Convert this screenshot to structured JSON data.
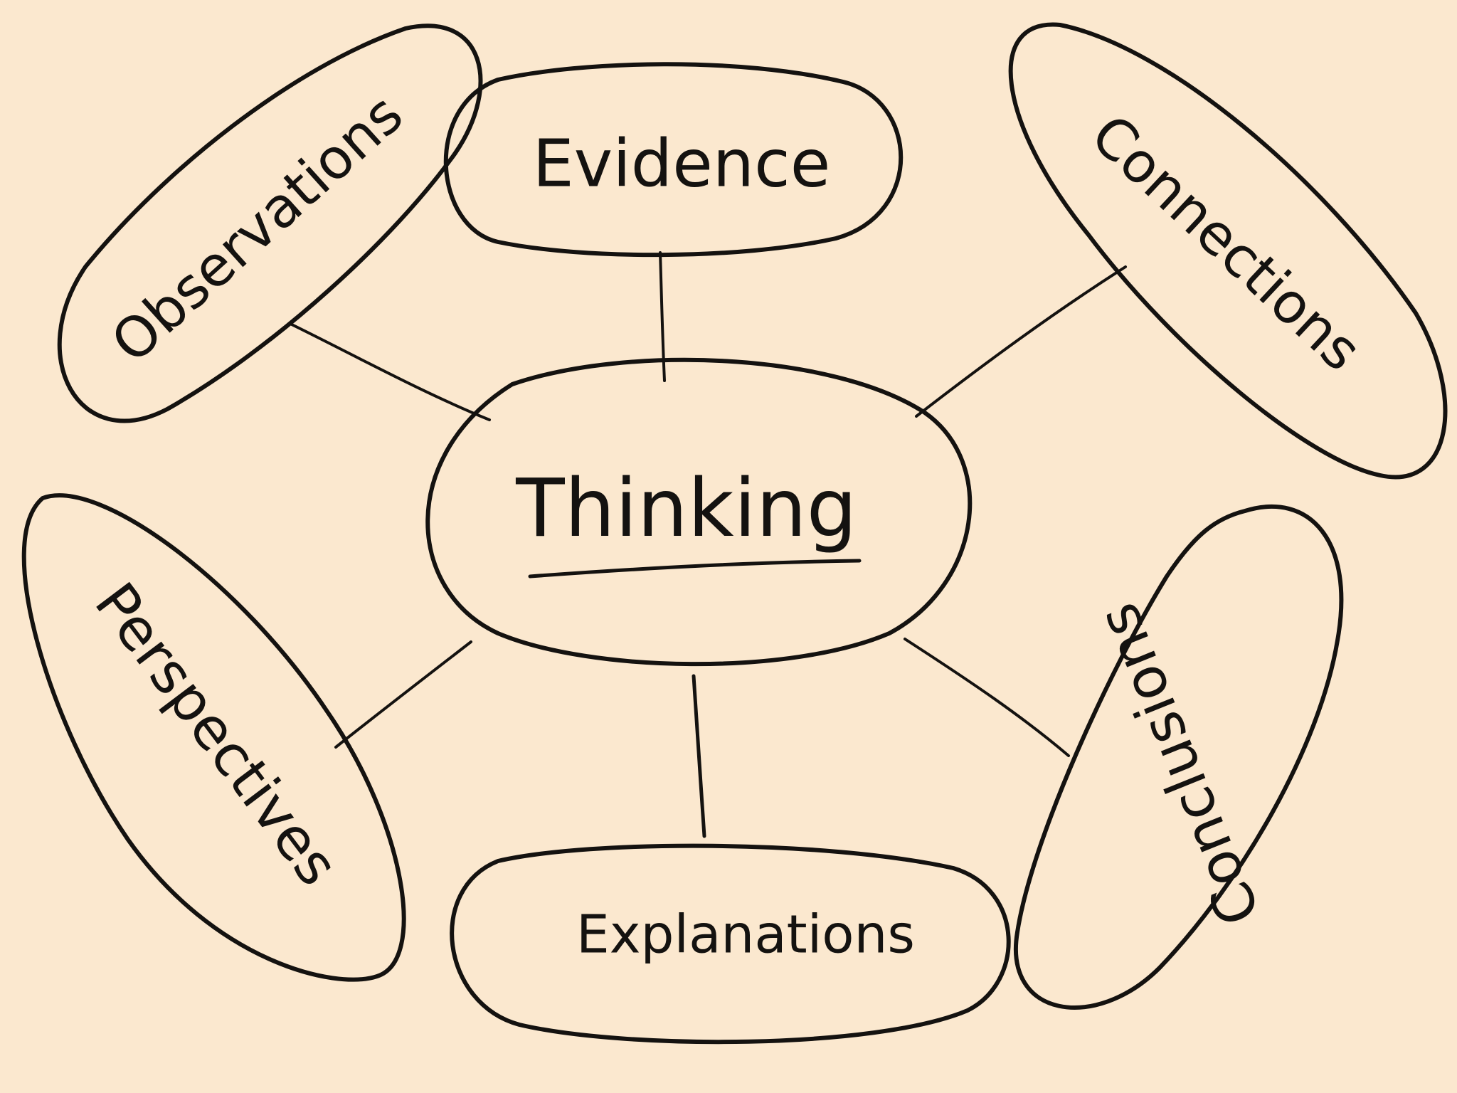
{
  "diagram": {
    "center": {
      "label": "Thinking"
    },
    "nodes": [
      {
        "id": "evidence",
        "label": "Evidence"
      },
      {
        "id": "observations",
        "label": "Observations"
      },
      {
        "id": "connections",
        "label": "Connections"
      },
      {
        "id": "perspectives",
        "label": "Perspectives"
      },
      {
        "id": "conclusions",
        "label": "Conclusions"
      },
      {
        "id": "explanations",
        "label": "Explanations"
      }
    ],
    "colors": {
      "background": "#fbe8cf",
      "ink": "#141210"
    }
  }
}
